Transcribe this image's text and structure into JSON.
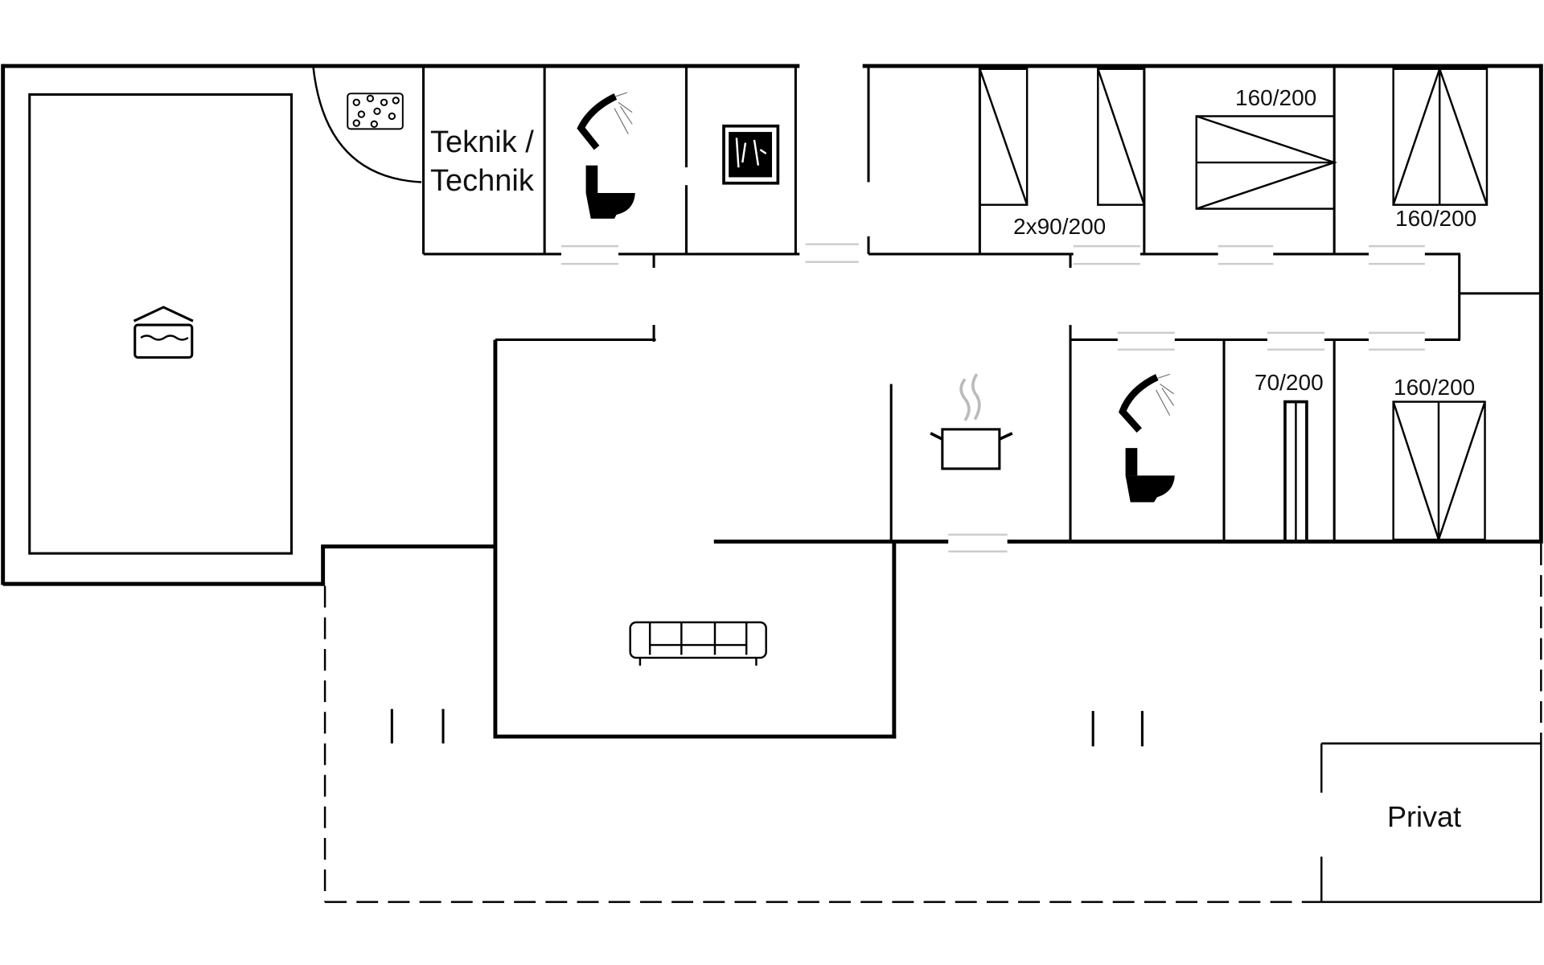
{
  "rooms": {
    "technical": {
      "line1": "Teknik /",
      "line2": "Technik"
    },
    "bedroom_bunk": {
      "bed_size": "2x90/200"
    },
    "bedroom_top_middle": {
      "bed_size": "160/200"
    },
    "bedroom_top_right": {
      "bed_size": "160/200"
    },
    "bedroom_small": {
      "bed_size": "70/200"
    },
    "bedroom_bottom_right": {
      "bed_size": "160/200"
    },
    "private": {
      "label": "Privat"
    }
  },
  "icons": [
    "pool-icon",
    "whirlpool-icon",
    "shower-icon",
    "toilet-icon",
    "sauna-icon",
    "kitchen-pot-icon",
    "sofa-icon"
  ],
  "colors": {
    "wall": "#000000",
    "background": "#ffffff"
  }
}
